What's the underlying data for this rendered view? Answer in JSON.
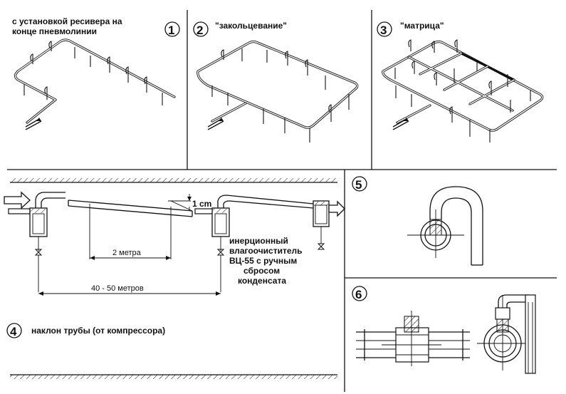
{
  "panels": {
    "p1": {
      "number": "1",
      "caption_line1": "с установкой ресивера на",
      "caption_line2": "конце пневмолинии"
    },
    "p2": {
      "number": "2",
      "caption": "\"закольцевание\""
    },
    "p3": {
      "number": "3",
      "caption": "\"матрица\""
    },
    "p4": {
      "number": "4",
      "caption": "наклон трубы (от компрессора)",
      "drop_label": "1 cm",
      "span_short": "2 метра",
      "span_long": "40 - 50 метров",
      "device_line1": "инерционный",
      "device_line2": "влагоочиститель",
      "device_line3": "ВЦ-55 с ручным",
      "device_line4": "сбросом",
      "device_line5": "конденсата"
    },
    "p5": {
      "number": "5"
    },
    "p6": {
      "number": "6"
    }
  }
}
